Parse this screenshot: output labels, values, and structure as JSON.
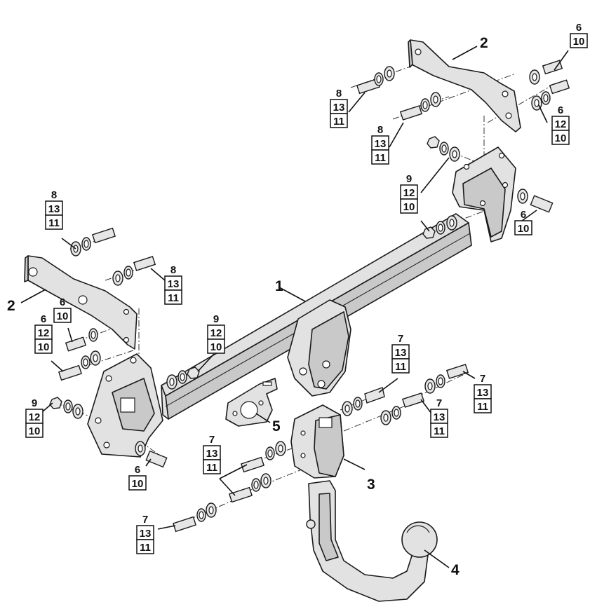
{
  "parts": {
    "p1": "1",
    "p2a": "2",
    "p2b": "2",
    "p3": "3",
    "p4": "4",
    "p5": "5"
  },
  "callouts": [
    {
      "id": "c1",
      "nums": [
        "8",
        "13",
        "11"
      ]
    },
    {
      "id": "c2",
      "nums": [
        "8",
        "13",
        "11"
      ]
    },
    {
      "id": "c3",
      "nums": [
        "6",
        "10"
      ]
    },
    {
      "id": "c4",
      "nums": [
        "6",
        "12",
        "10"
      ]
    },
    {
      "id": "c5",
      "nums": [
        "9",
        "12",
        "10"
      ]
    },
    {
      "id": "c6",
      "nums": [
        "6",
        "10"
      ]
    },
    {
      "id": "c7",
      "nums": [
        "8",
        "13",
        "11"
      ]
    },
    {
      "id": "c8",
      "nums": [
        "8",
        "13",
        "11"
      ]
    },
    {
      "id": "c9",
      "nums": [
        "6",
        "10"
      ]
    },
    {
      "id": "c10",
      "nums": [
        "6",
        "12",
        "10"
      ]
    },
    {
      "id": "c11",
      "nums": [
        "9",
        "12",
        "10"
      ]
    },
    {
      "id": "c12",
      "nums": [
        "9",
        "12",
        "10"
      ]
    },
    {
      "id": "c13",
      "nums": [
        "6",
        "10"
      ]
    },
    {
      "id": "c14",
      "nums": [
        "7",
        "13",
        "11"
      ]
    },
    {
      "id": "c15",
      "nums": [
        "7",
        "13",
        "11"
      ]
    },
    {
      "id": "c16",
      "nums": [
        "7",
        "13",
        "11"
      ]
    },
    {
      "id": "c17",
      "nums": [
        "7",
        "13",
        "11"
      ]
    },
    {
      "id": "c18",
      "nums": [
        "7",
        "13",
        "11"
      ]
    }
  ]
}
